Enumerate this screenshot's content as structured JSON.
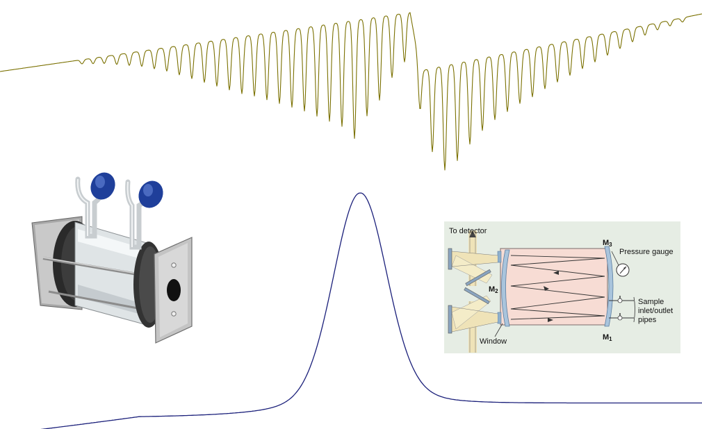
{
  "colors": {
    "spectrum_line": "#7a7000",
    "band_line": "#1a1f7a",
    "schematic_bg": "#e6ede4",
    "cell_body": "#f7dcd4",
    "beam": "#efe3b8",
    "mirror": "#a9c4dc",
    "knob": "#1f3f9a"
  },
  "icons": {
    "gas_cell_photo": "gas-cell-icon",
    "pressure_gauge": "pressure-gauge-icon"
  },
  "schematic": {
    "to_detector": "To detector",
    "m3_letter": "M",
    "m3_sub": "3",
    "pressure_gauge": "Pressure gauge",
    "m2_letter": "M",
    "m2_sub": "2",
    "sample_line1": "Sample",
    "sample_line2": "inlet/outlet",
    "sample_line3": "pipes",
    "window": "Window",
    "m1_letter": "M",
    "m1_sub": "1"
  }
}
